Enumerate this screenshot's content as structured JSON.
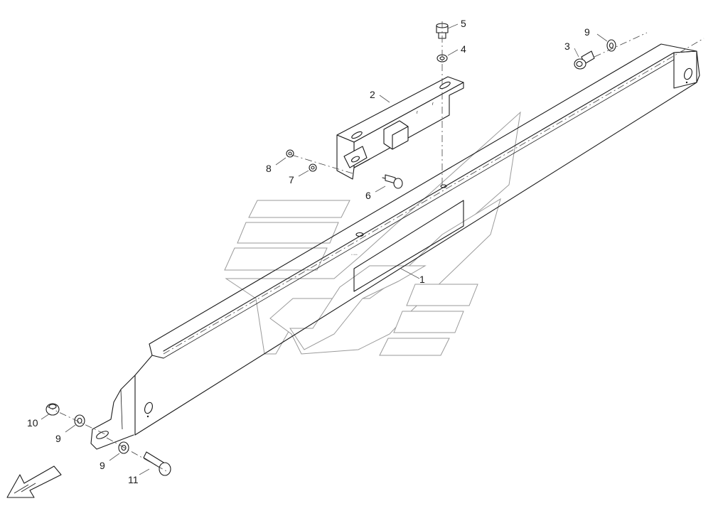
{
  "callouts": {
    "c1": "1",
    "c2": "2",
    "c3": "3",
    "c4": "4",
    "c5": "5",
    "c6": "6",
    "c7": "7",
    "c8": "8",
    "c9a": "9",
    "c9b": "9",
    "c9c": "9",
    "c10": "10",
    "c11": "11"
  },
  "watermark": {
    "color": "#9a9a9a"
  },
  "line_color": "#1a1a1a"
}
